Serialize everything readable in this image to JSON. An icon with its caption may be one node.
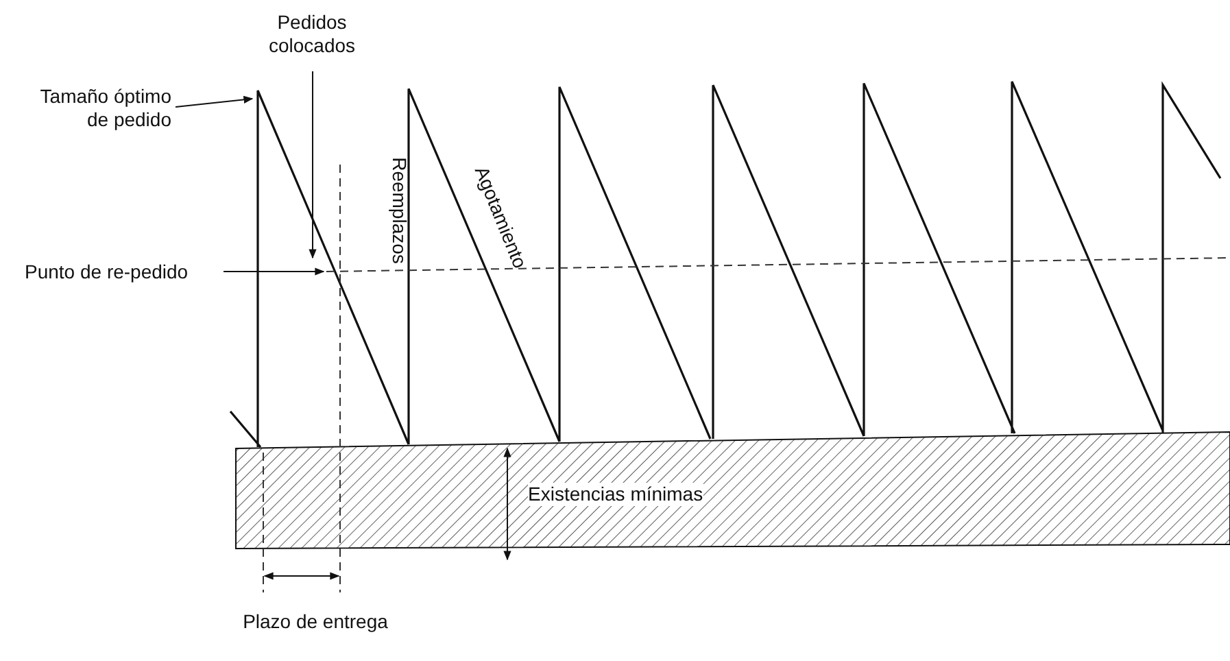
{
  "diagram": {
    "nodes": [
      {
        "text": [
          "Tamaño óptimo de pedido"
        ]
      },
      {
        "text": [
          "Pedidos colocados"
        ]
      },
      {
        "text": [
          "Punto de re-pedido"
        ]
      }
    ],
    "edges": [
      {
        "from": 0,
        "to": null,
        "arrow": "to"
      },
      {
        "from": 1,
        "to": null,
        "arrow": "to"
      },
      {
        "from": 2,
        "to": null,
        "arrow": "to"
      }
    ],
    "labels": [
      "Reemplazos",
      "Agotamiento",
      "Existencias mínimas",
      "Plazo de entrega"
    ]
  }
}
